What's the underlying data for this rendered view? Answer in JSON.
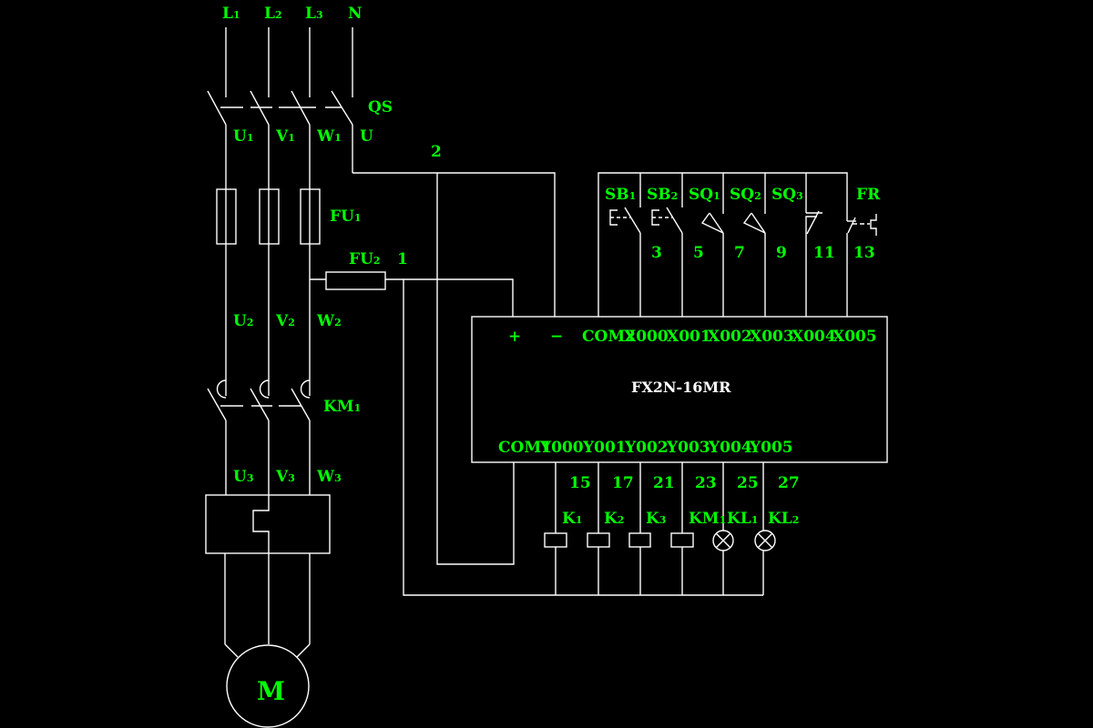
{
  "title": "PLC motor control wiring diagram",
  "colors": {
    "background": "#000000",
    "wire": "#ffffff",
    "label": "#00ff00"
  },
  "supply": {
    "phases": [
      {
        "base": "L",
        "sub": "1"
      },
      {
        "base": "L",
        "sub": "2"
      },
      {
        "base": "L",
        "sub": "3"
      },
      {
        "base": "N",
        "sub": ""
      }
    ],
    "switch_label": "QS",
    "after_switch": [
      {
        "base": "U",
        "sub": "1"
      },
      {
        "base": "V",
        "sub": "1"
      },
      {
        "base": "W",
        "sub": "1"
      },
      {
        "base": "U",
        "sub": ""
      }
    ],
    "fuse1_label": {
      "base": "FU",
      "sub": "1"
    },
    "after_fuse": [
      {
        "base": "U",
        "sub": "2"
      },
      {
        "base": "V",
        "sub": "2"
      },
      {
        "base": "W",
        "sub": "2"
      }
    ],
    "contactor_label": {
      "base": "KM",
      "sub": "1"
    },
    "after_contactor": [
      {
        "base": "U",
        "sub": "3"
      },
      {
        "base": "V",
        "sub": "3"
      },
      {
        "base": "W",
        "sub": "3"
      }
    ],
    "motor_label": "M"
  },
  "control": {
    "fuse2_label": {
      "base": "FU",
      "sub": "2"
    },
    "node_1": "1",
    "node_2": "2"
  },
  "inputs": [
    {
      "base": "SB",
      "sub": "1",
      "node": ""
    },
    {
      "base": "SB",
      "sub": "2",
      "node": "3"
    },
    {
      "base": "SQ",
      "sub": "1",
      "node": "5"
    },
    {
      "base": "SQ",
      "sub": "2",
      "node": "7"
    },
    {
      "base": "SQ",
      "sub": "3",
      "node": "9"
    },
    {
      "base": "",
      "sub": "",
      "node": "11"
    },
    {
      "base": "FR",
      "sub": "",
      "node": "13"
    }
  ],
  "plc": {
    "model": "FX2N-16MR",
    "power_plus": "+",
    "power_minus": "−",
    "input_terminals": [
      "COM2",
      "X000",
      "X001",
      "X002",
      "X003",
      "X004",
      "X005"
    ],
    "output_terminals": [
      "COM1",
      "Y000",
      "Y001",
      "Y002",
      "Y003",
      "Y004",
      "Y005"
    ]
  },
  "outputs": [
    {
      "node": "15",
      "base": "K",
      "sub": "1",
      "type": "coil"
    },
    {
      "node": "17",
      "base": "K",
      "sub": "2",
      "type": "coil"
    },
    {
      "node": "21",
      "base": "K",
      "sub": "3",
      "type": "coil"
    },
    {
      "node": "23",
      "base": "KM",
      "sub": "1",
      "type": "coil"
    },
    {
      "node": "25",
      "base": "KL",
      "sub": "1",
      "type": "lamp"
    },
    {
      "node": "27",
      "base": "KL",
      "sub": "2",
      "type": "lamp"
    }
  ]
}
